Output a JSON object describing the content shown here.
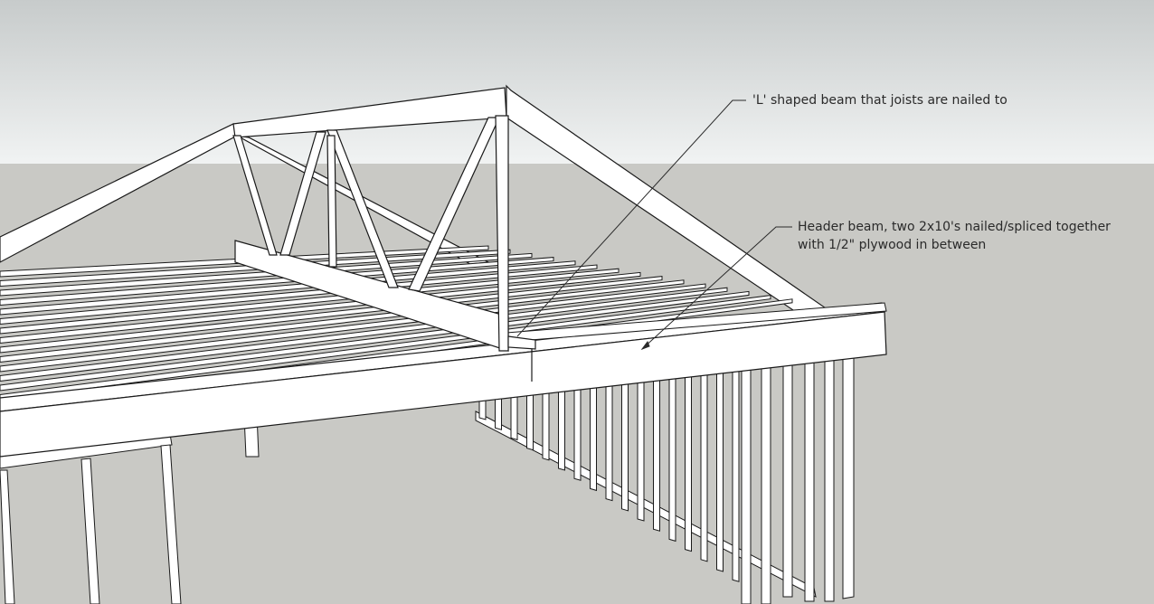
{
  "annotations": {
    "beam_note": "'L' shaped beam that joists are nailed to",
    "header_note_line1": "Header beam, two 2x10's nailed/spliced together",
    "header_note_line2": "with 1/2\" plywood in between"
  },
  "colors": {
    "sky_top": "#c8cccc",
    "sky_bottom": "#f0f2f2",
    "ground": "#c9c9c5",
    "lumber": "#ffffff",
    "lumber_shade": "#e6e6e6",
    "outline": "#1a1a1a"
  }
}
